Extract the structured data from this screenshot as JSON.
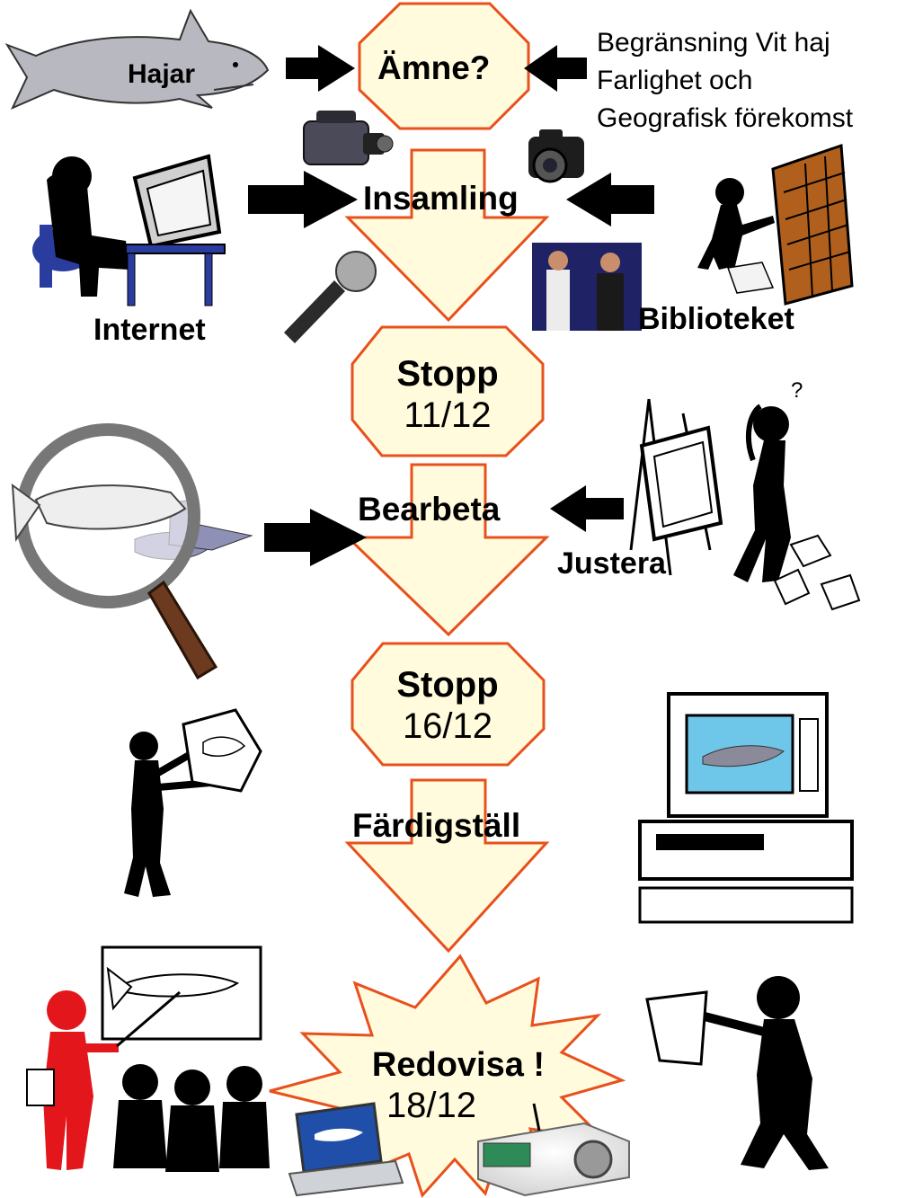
{
  "colors": {
    "step_fill": "#fffbdc",
    "step_stroke": "#e8501c",
    "arrow": "#000000",
    "accent_red": "#e3161b"
  },
  "top": {
    "hajar": "Hajar",
    "amne": "Ämne?",
    "notes": [
      "Begränsning Vit haj",
      "Farlighet och",
      "Geografisk förekomst"
    ]
  },
  "collect": {
    "label": "Insamling",
    "internet": "Internet",
    "library": "Biblioteket"
  },
  "stop1": {
    "title": "Stopp",
    "date": "11/12"
  },
  "process": {
    "label": "Bearbeta",
    "adjust": "Justera"
  },
  "stop2": {
    "title": "Stopp",
    "date": "16/12"
  },
  "finish": {
    "label": "Färdigställ"
  },
  "present": {
    "title": "Redovisa !",
    "date": "18/12"
  }
}
